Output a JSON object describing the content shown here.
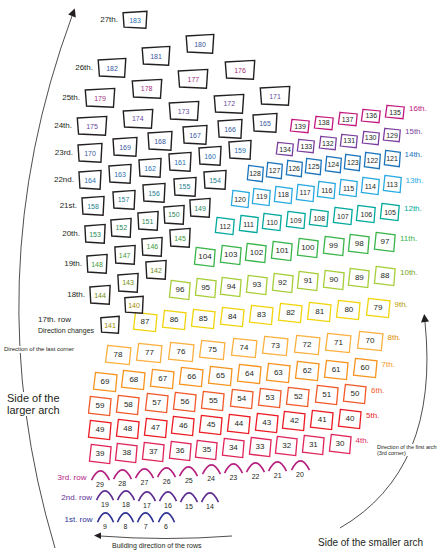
{
  "diagram": {
    "nodes": [
      {
        "text": [
          "9"
        ]
      },
      {
        "text": [
          "8"
        ]
      },
      {
        "text": [
          "7"
        ]
      },
      {
        "text": [
          "6"
        ]
      },
      {
        "text": [
          "19"
        ]
      },
      {
        "text": [
          "18"
        ]
      },
      {
        "text": [
          "17"
        ]
      },
      {
        "text": [
          "16"
        ]
      },
      {
        "text": [
          "15"
        ]
      },
      {
        "text": [
          "14"
        ]
      },
      {
        "text": [
          "29"
        ]
      },
      {
        "text": [
          "28"
        ]
      },
      {
        "text": [
          "27"
        ]
      },
      {
        "text": [
          "26"
        ]
      },
      {
        "text": [
          "25"
        ]
      },
      {
        "text": [
          "24"
        ]
      },
      {
        "text": [
          "23"
        ]
      },
      {
        "text": [
          "22"
        ]
      },
      {
        "text": [
          "21"
        ]
      },
      {
        "text": [
          "20"
        ]
      },
      {
        "text": [
          "39"
        ]
      },
      {
        "text": [
          "38"
        ]
      },
      {
        "text": [
          "37"
        ]
      },
      {
        "text": [
          "36"
        ]
      },
      {
        "text": [
          "35"
        ]
      },
      {
        "text": [
          "34"
        ]
      },
      {
        "text": [
          "33"
        ]
      },
      {
        "text": [
          "32"
        ]
      },
      {
        "text": [
          "31"
        ]
      },
      {
        "text": [
          "30"
        ]
      },
      {
        "text": [
          "49"
        ]
      },
      {
        "text": [
          "48"
        ]
      },
      {
        "text": [
          "47"
        ]
      },
      {
        "text": [
          "46"
        ]
      },
      {
        "text": [
          "45"
        ]
      },
      {
        "text": [
          "44"
        ]
      },
      {
        "text": [
          "43"
        ]
      },
      {
        "text": [
          "42"
        ]
      },
      {
        "text": [
          "41"
        ]
      },
      {
        "text": [
          "40"
        ]
      },
      {
        "text": [
          "59"
        ]
      },
      {
        "text": [
          "58"
        ]
      },
      {
        "text": [
          "57"
        ]
      },
      {
        "text": [
          "56"
        ]
      },
      {
        "text": [
          "55"
        ]
      },
      {
        "text": [
          "54"
        ]
      },
      {
        "text": [
          "53"
        ]
      },
      {
        "text": [
          "52"
        ]
      },
      {
        "text": [
          "51"
        ]
      },
      {
        "text": [
          "50"
        ]
      },
      {
        "text": [
          "69"
        ]
      },
      {
        "text": [
          "68"
        ]
      },
      {
        "text": [
          "67"
        ]
      },
      {
        "text": [
          "66"
        ]
      },
      {
        "text": [
          "65"
        ]
      },
      {
        "text": [
          "64"
        ]
      },
      {
        "text": [
          "63"
        ]
      },
      {
        "text": [
          "62"
        ]
      },
      {
        "text": [
          "61"
        ]
      },
      {
        "text": [
          "60"
        ]
      },
      {
        "text": [
          "78"
        ]
      },
      {
        "text": [
          "77"
        ]
      },
      {
        "text": [
          "76"
        ]
      },
      {
        "text": [
          "75"
        ]
      },
      {
        "text": [
          "74"
        ]
      },
      {
        "text": [
          "73"
        ]
      },
      {
        "text": [
          "72"
        ]
      },
      {
        "text": [
          "71"
        ]
      },
      {
        "text": [
          "70"
        ]
      },
      {
        "text": [
          "87"
        ]
      },
      {
        "text": [
          "86"
        ]
      },
      {
        "text": [
          "85"
        ]
      },
      {
        "text": [
          "84"
        ]
      },
      {
        "text": [
          "83"
        ]
      },
      {
        "text": [
          "82"
        ]
      },
      {
        "text": [
          "81"
        ]
      },
      {
        "text": [
          "80"
        ]
      },
      {
        "text": [
          "79"
        ]
      },
      {
        "text": [
          "96"
        ]
      },
      {
        "text": [
          "95"
        ]
      },
      {
        "text": [
          "94"
        ]
      },
      {
        "text": [
          "93"
        ]
      },
      {
        "text": [
          "92"
        ]
      },
      {
        "text": [
          "91"
        ]
      },
      {
        "text": [
          "90"
        ]
      },
      {
        "text": [
          "89"
        ]
      },
      {
        "text": [
          "88"
        ]
      },
      {
        "text": [
          "104"
        ]
      },
      {
        "text": [
          "103"
        ]
      },
      {
        "text": [
          "102"
        ]
      },
      {
        "text": [
          "101"
        ]
      },
      {
        "text": [
          "100"
        ]
      },
      {
        "text": [
          "99"
        ]
      },
      {
        "text": [
          "98"
        ]
      },
      {
        "text": [
          "97"
        ]
      },
      {
        "text": [
          "112"
        ]
      },
      {
        "text": [
          "111"
        ]
      },
      {
        "text": [
          "110"
        ]
      },
      {
        "text": [
          "109"
        ]
      },
      {
        "text": [
          "108"
        ]
      },
      {
        "text": [
          "107"
        ]
      },
      {
        "text": [
          "106"
        ]
      },
      {
        "text": [
          "105"
        ]
      },
      {
        "text": [
          "120"
        ]
      },
      {
        "text": [
          "119"
        ]
      },
      {
        "text": [
          "118"
        ]
      },
      {
        "text": [
          "117"
        ]
      },
      {
        "text": [
          "116"
        ]
      },
      {
        "text": [
          "115"
        ]
      },
      {
        "text": [
          "114"
        ]
      },
      {
        "text": [
          "113"
        ]
      },
      {
        "text": [
          "128"
        ]
      },
      {
        "text": [
          "127"
        ]
      },
      {
        "text": [
          "126"
        ]
      },
      {
        "text": [
          "125"
        ]
      },
      {
        "text": [
          "124"
        ]
      },
      {
        "text": [
          "123"
        ]
      },
      {
        "text": [
          "122"
        ]
      },
      {
        "text": [
          "121"
        ]
      },
      {
        "text": [
          "134"
        ]
      },
      {
        "text": [
          "133"
        ]
      },
      {
        "text": [
          "132"
        ]
      },
      {
        "text": [
          "131"
        ]
      },
      {
        "text": [
          "130"
        ]
      },
      {
        "text": [
          "129"
        ]
      },
      {
        "text": [
          "139"
        ]
      },
      {
        "text": [
          "138"
        ]
      },
      {
        "text": [
          "137"
        ]
      },
      {
        "text": [
          "136"
        ]
      },
      {
        "text": [
          "135"
        ]
      },
      {
        "text": [
          "141"
        ]
      },
      {
        "text": [
          "140"
        ]
      },
      {
        "text": [
          "144"
        ]
      },
      {
        "text": [
          "143"
        ]
      },
      {
        "text": [
          "142"
        ]
      },
      {
        "text": [
          "148"
        ]
      },
      {
        "text": [
          "147"
        ]
      },
      {
        "text": [
          "146"
        ]
      },
      {
        "text": [
          "145"
        ]
      },
      {
        "text": [
          "153"
        ]
      },
      {
        "text": [
          "152"
        ]
      },
      {
        "text": [
          "151"
        ]
      },
      {
        "text": [
          "150"
        ]
      },
      {
        "text": [
          "149"
        ]
      },
      {
        "text": [
          "158"
        ]
      },
      {
        "text": [
          "157"
        ]
      },
      {
        "text": [
          "156"
        ]
      },
      {
        "text": [
          "155"
        ]
      },
      {
        "text": [
          "154"
        ]
      },
      {
        "text": [
          "164"
        ]
      },
      {
        "text": [
          "163"
        ]
      },
      {
        "text": [
          "162"
        ]
      },
      {
        "text": [
          "161"
        ]
      },
      {
        "text": [
          "160"
        ]
      },
      {
        "text": [
          "159"
        ]
      },
      {
        "text": [
          "170"
        ]
      },
      {
        "text": [
          "169"
        ]
      },
      {
        "text": [
          "168"
        ]
      },
      {
        "text": [
          "167"
        ]
      },
      {
        "text": [
          "166"
        ]
      },
      {
        "text": [
          "165"
        ]
      },
      {
        "text": [
          "175"
        ]
      },
      {
        "text": [
          "174"
        ]
      },
      {
        "text": [
          "173"
        ]
      },
      {
        "text": [
          "172"
        ]
      },
      {
        "text": [
          "171"
        ]
      },
      {
        "text": [
          "179"
        ]
      },
      {
        "text": [
          "178"
        ]
      },
      {
        "text": [
          "177"
        ]
      },
      {
        "text": [
          "176"
        ]
      },
      {
        "text": [
          "182"
        ]
      },
      {
        "text": [
          "181"
        ]
      },
      {
        "text": [
          "180"
        ]
      },
      {
        "text": [
          "183"
        ]
      }
    ],
    "labels": [
      "27th.",
      "26th.",
      "25th.",
      "24th.",
      "23rd.",
      "22nd.",
      "21st.",
      "20th.",
      "19th.",
      "18th.",
      "17th. row",
      "Direction changes",
      "Direction of the last corner",
      "16th.",
      "15th.",
      "14th.",
      "13th.",
      "12th.",
      "11th.",
      "10th.",
      "9th.",
      "8th.",
      "7th.",
      "6th.",
      "5th.",
      "4th.",
      "Side of the larger arch",
      "Direction of the first arch (3rd corner)",
      "3rd. row",
      "2nd. row",
      "1st. row",
      "Side of the smaller arch",
      "Building direction of the rows"
    ]
  }
}
